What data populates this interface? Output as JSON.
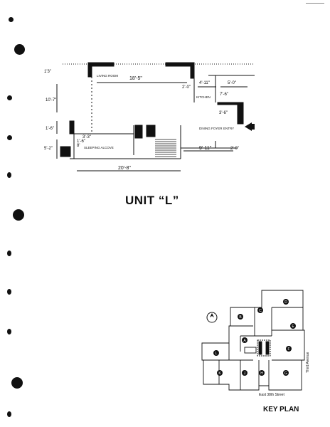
{
  "title": "UNIT “L”",
  "key_plan_label": "KEY PLAN",
  "floor_plan": {
    "dimensions": {
      "d1": "1'3\"",
      "d2": "18'-5\"",
      "d3": "4'-11\"",
      "d4": "5'-0\"",
      "d5": "2'-0\"",
      "d6": "7'-6\"",
      "d7": "10'-7\"",
      "d8": "1'-6\"",
      "d9": "3'-3\"",
      "d10": "5'-2\"",
      "d11": "3'-6\"",
      "d12": "9'-11\"",
      "d13": "2'-0\"",
      "d14": "20'-8\"",
      "d15": "1'-6\"",
      "d16": "8'"
    },
    "rooms": {
      "living": "LIVING ROOM",
      "kitchen": "KITCHEN",
      "dining": "DINING FOYER",
      "entry": "ENTRY",
      "sleeping": "SLEEPING ALCOVE"
    }
  },
  "key_plan": {
    "units": [
      "A",
      "B",
      "C",
      "D",
      "E",
      "F",
      "G",
      "H",
      "J",
      "K",
      "L"
    ],
    "street_labels": {
      "bottom": "East 38th Street",
      "side": "Third Avenue"
    }
  }
}
